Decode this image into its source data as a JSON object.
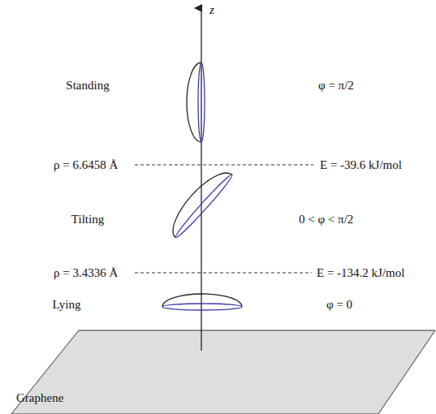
{
  "diagram": {
    "labels": [
      "z",
      "Standing",
      "φ = π/2",
      "ρ = 6.6458 Å",
      "E = -39.6 kJ/mol",
      "Tilting",
      "0 < φ < π/2",
      "ρ = 3.4336 Å",
      "E = -134.2 kJ/mol",
      "Lying",
      "φ = 0",
      "Graphene"
    ]
  }
}
